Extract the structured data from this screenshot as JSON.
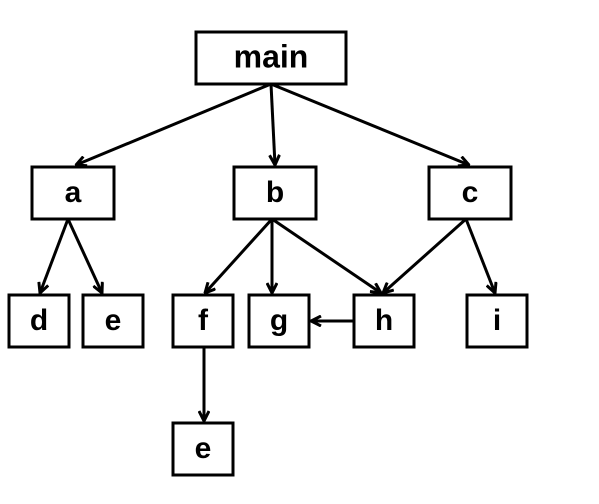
{
  "diagram": {
    "nodes": [
      {
        "id": "main",
        "label": "main"
      },
      {
        "id": "a",
        "label": "a"
      },
      {
        "id": "b",
        "label": "b"
      },
      {
        "id": "c",
        "label": "c"
      },
      {
        "id": "d",
        "label": "d"
      },
      {
        "id": "e1",
        "label": "e"
      },
      {
        "id": "f",
        "label": "f"
      },
      {
        "id": "g",
        "label": "g"
      },
      {
        "id": "h",
        "label": "h"
      },
      {
        "id": "i",
        "label": "i"
      },
      {
        "id": "e2",
        "label": "e"
      }
    ],
    "edges": [
      {
        "from": "main",
        "to": "a"
      },
      {
        "from": "main",
        "to": "b"
      },
      {
        "from": "main",
        "to": "c"
      },
      {
        "from": "a",
        "to": "d"
      },
      {
        "from": "a",
        "to": "e1"
      },
      {
        "from": "b",
        "to": "f"
      },
      {
        "from": "b",
        "to": "g"
      },
      {
        "from": "b",
        "to": "h"
      },
      {
        "from": "c",
        "to": "h"
      },
      {
        "from": "c",
        "to": "i"
      },
      {
        "from": "h",
        "to": "g"
      },
      {
        "from": "f",
        "to": "e2"
      }
    ]
  }
}
